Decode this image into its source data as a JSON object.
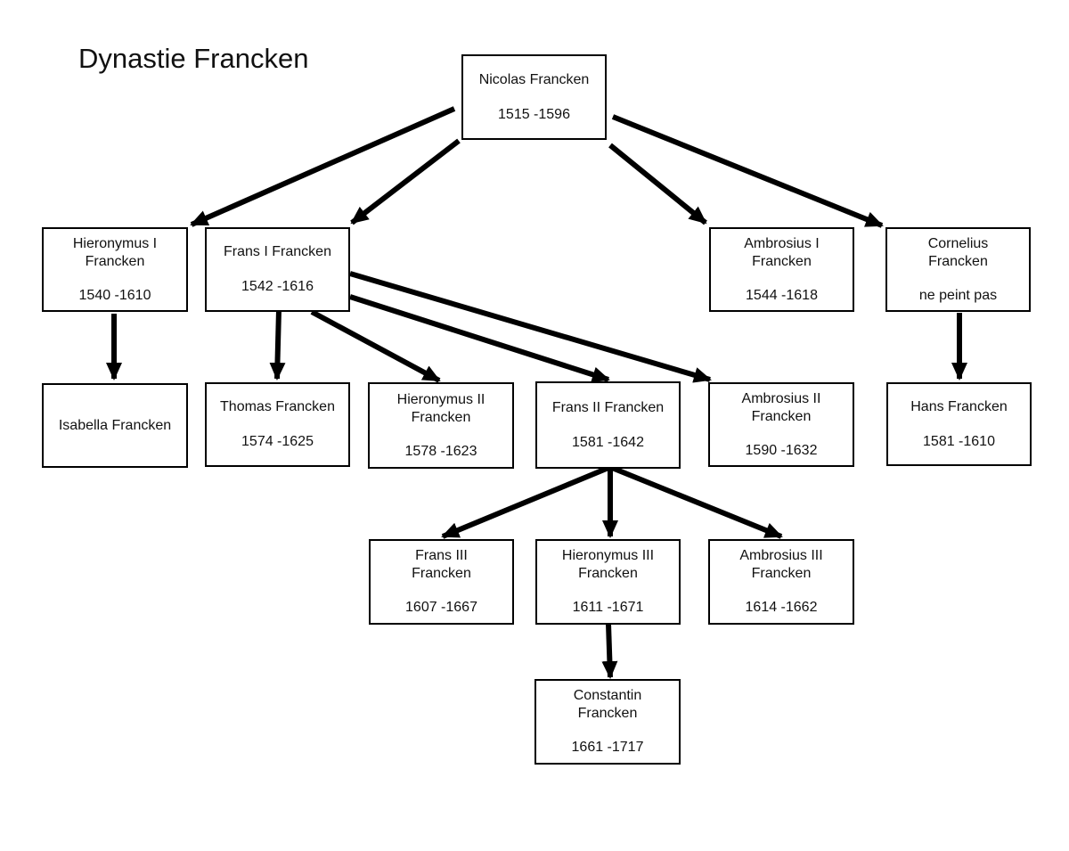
{
  "title": "Dynastie Francken",
  "nodes": {
    "nicolas": {
      "name": "Nicolas Francken",
      "years": "1515 -1596"
    },
    "hieronymus1": {
      "name": "Hieronymus I Francken",
      "years": "1540 -1610"
    },
    "frans1": {
      "name": "Frans I Francken",
      "years": "1542 -1616"
    },
    "ambrosius1": {
      "name": "Ambrosius I Francken",
      "years": "1544 -1618"
    },
    "cornelius": {
      "name": "Cornelius Francken",
      "years": "ne peint pas"
    },
    "isabella": {
      "name": "Isabella Francken",
      "years": ""
    },
    "thomas": {
      "name": "Thomas Francken",
      "years": "1574 -1625"
    },
    "hieronymus2": {
      "name": "Hieronymus II Francken",
      "years": "1578 -1623"
    },
    "frans2": {
      "name": "Frans II Francken",
      "years": "1581 -1642"
    },
    "ambrosius2": {
      "name": "Ambrosius II Francken",
      "years": "1590 -1632"
    },
    "hans": {
      "name": "Hans Francken",
      "years": "1581 -1610"
    },
    "frans3": {
      "name": "Frans III Francken",
      "years": "1607 -1667"
    },
    "hieronymus3": {
      "name": "Hieronymus III Francken",
      "years": "1611 -1671"
    },
    "ambrosius3": {
      "name": "Ambrosius III Francken",
      "years": "1614 -1662"
    },
    "constantin": {
      "name": "Constantin Francken",
      "years": "1661 -1717"
    }
  },
  "edges": [
    {
      "from": "nicolas",
      "to": "hieronymus1"
    },
    {
      "from": "nicolas",
      "to": "frans1"
    },
    {
      "from": "nicolas",
      "to": "ambrosius1"
    },
    {
      "from": "nicolas",
      "to": "cornelius"
    },
    {
      "from": "hieronymus1",
      "to": "isabella"
    },
    {
      "from": "frans1",
      "to": "thomas"
    },
    {
      "from": "frans1",
      "to": "hieronymus2"
    },
    {
      "from": "frans1",
      "to": "frans2"
    },
    {
      "from": "frans1",
      "to": "ambrosius2"
    },
    {
      "from": "cornelius",
      "to": "hans"
    },
    {
      "from": "frans2",
      "to": "frans3"
    },
    {
      "from": "frans2",
      "to": "hieronymus3"
    },
    {
      "from": "frans2",
      "to": "ambrosius3"
    },
    {
      "from": "hieronymus3",
      "to": "constantin"
    }
  ]
}
